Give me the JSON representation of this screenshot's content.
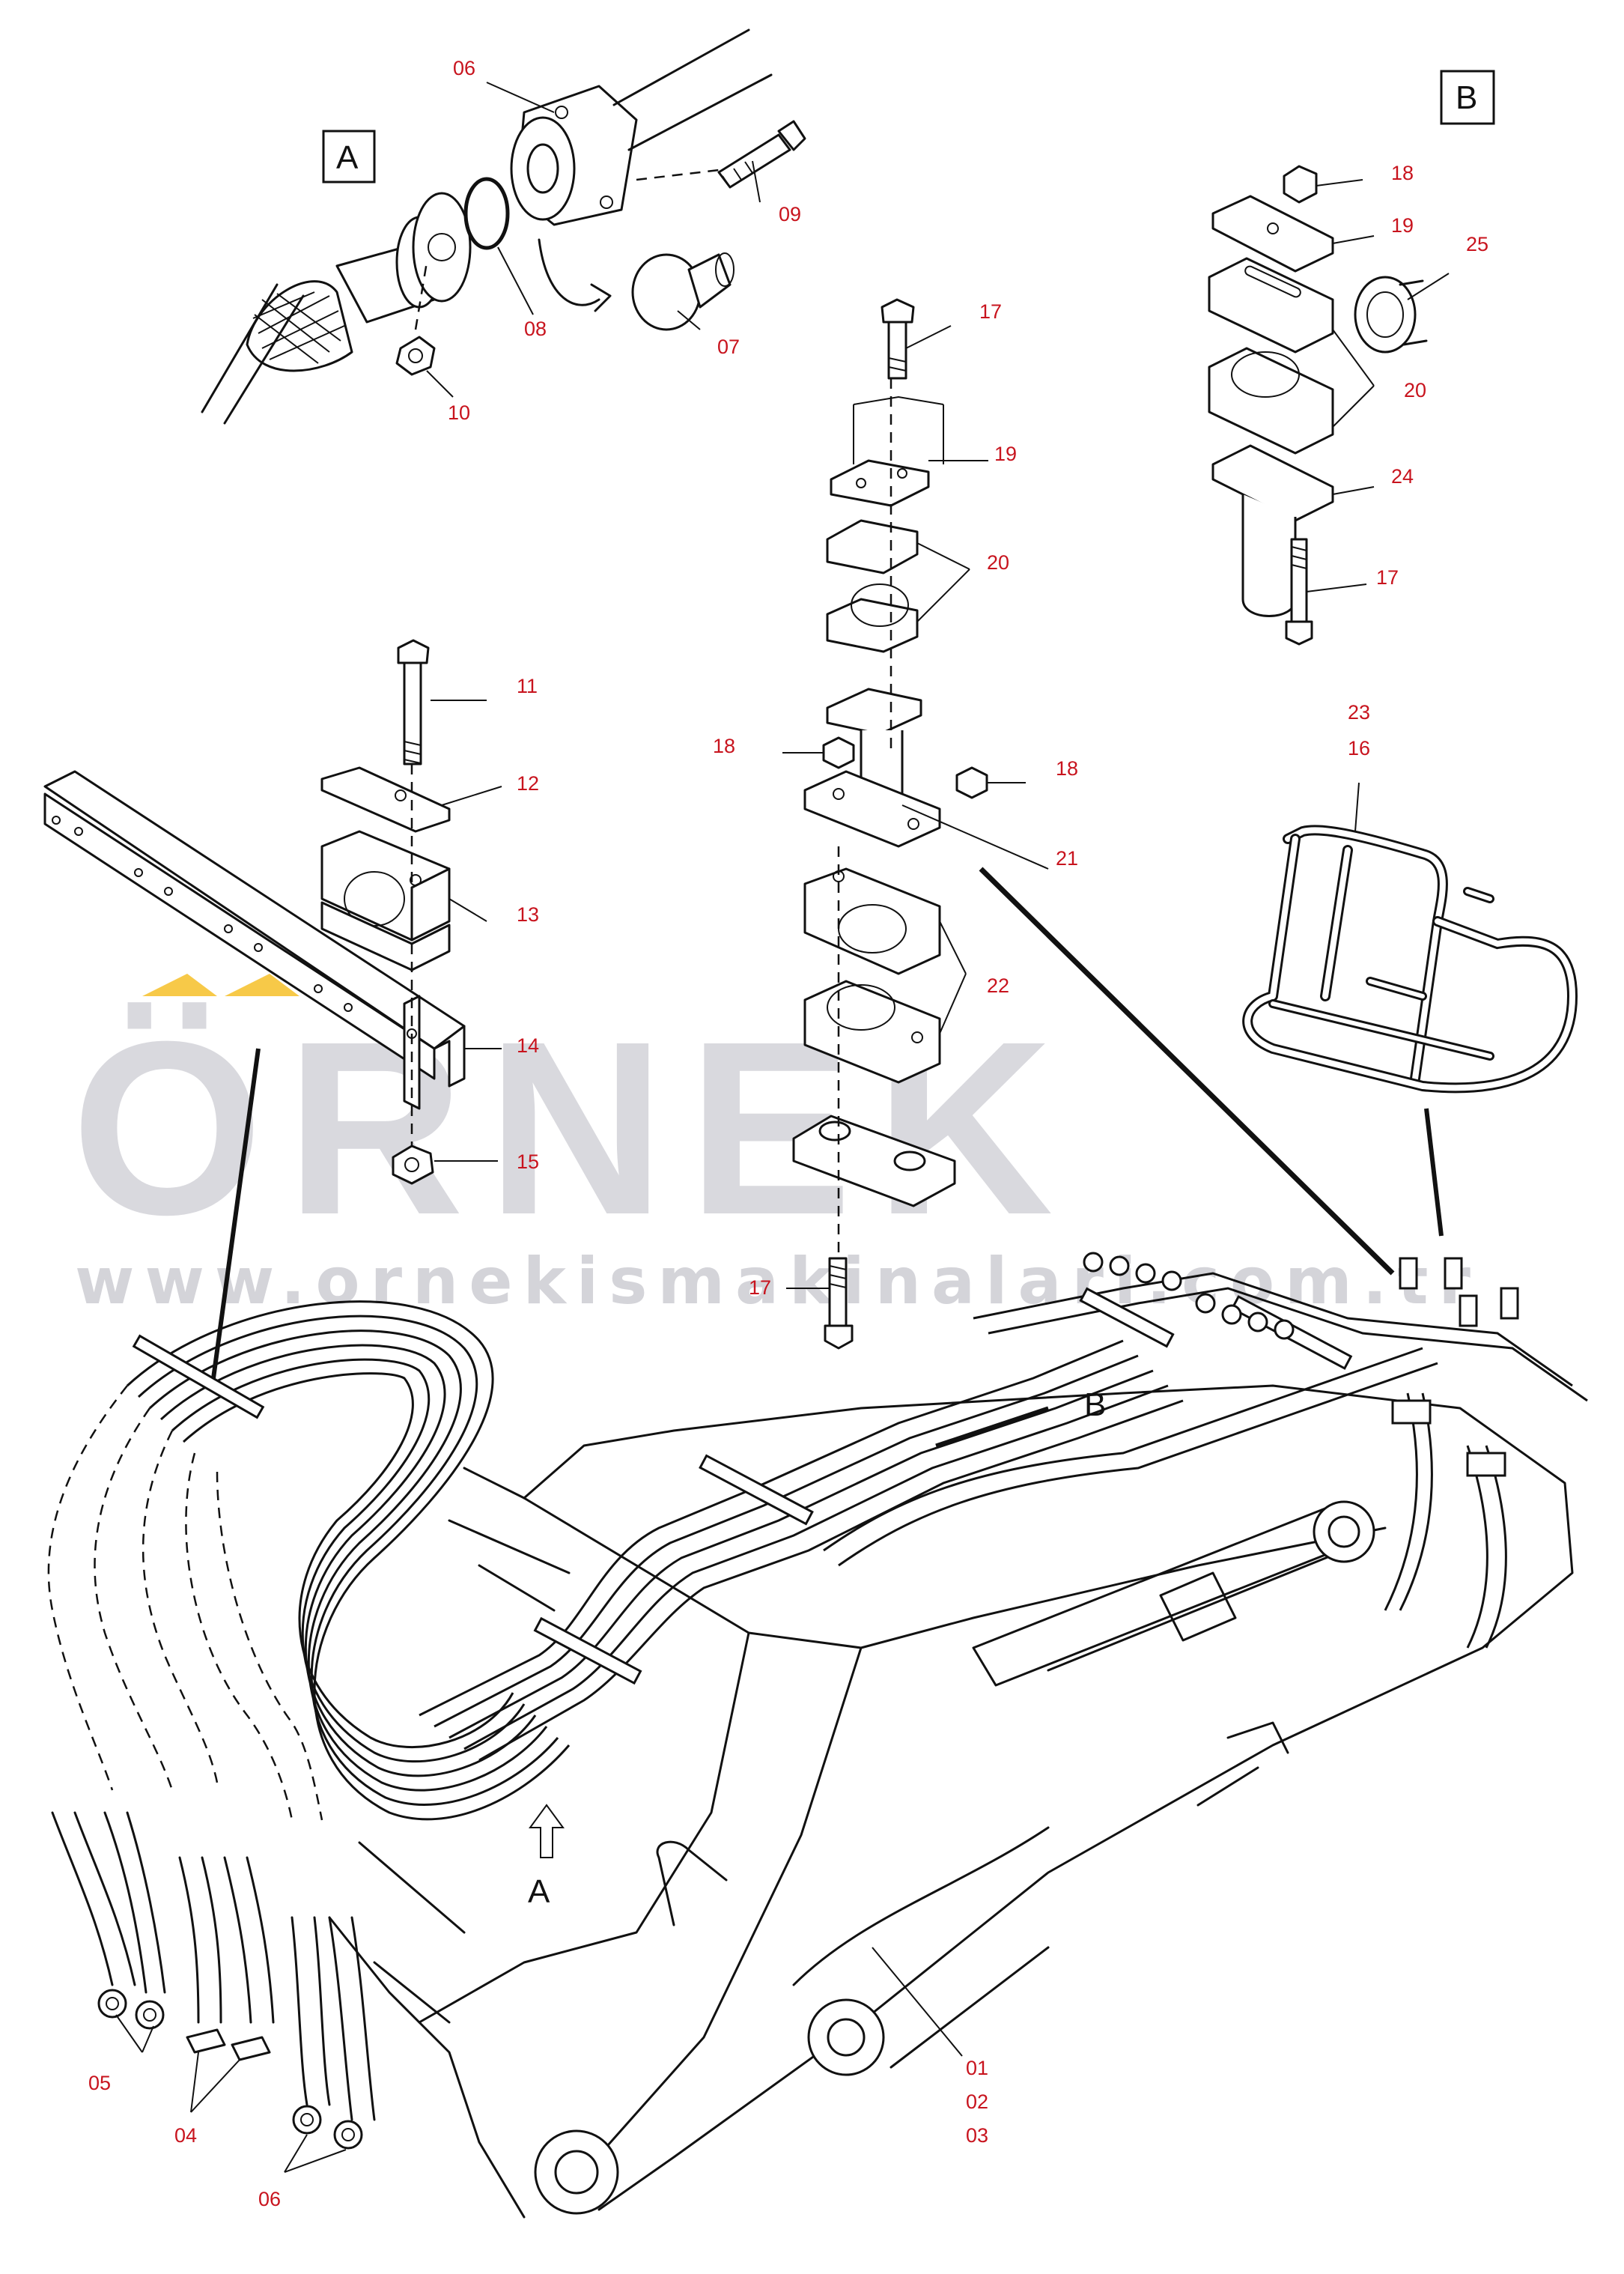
{
  "watermark": {
    "brand": "ÖRNEK",
    "url": "www.ornekismakinalari.com.tr",
    "accent_color": "#f7c948",
    "gray_color": "#d9d9de"
  },
  "views": {
    "A": "A",
    "B": "B"
  },
  "labels": {
    "p06a": "06",
    "p07": "07",
    "p08": "08",
    "p09": "09",
    "p10": "10",
    "p11": "11",
    "p12": "12",
    "p13": "13",
    "p14": "14",
    "p15": "15",
    "p17a": "17",
    "p19a": "19",
    "p20a": "20",
    "p18a": "18",
    "p18b": "18",
    "p21": "21",
    "p22": "22",
    "p17b": "17",
    "p18c": "18",
    "p19b": "19",
    "p25": "25",
    "p20b": "20",
    "p24": "24",
    "p17c": "17",
    "p23": "23",
    "p16": "16",
    "pB": "B",
    "pA": "A",
    "p01": "01",
    "p02": "02",
    "p03": "03",
    "p05": "05",
    "p04": "04",
    "p06b": "06"
  },
  "colors": {
    "label_red": "#c8141e",
    "line": "#111111"
  }
}
